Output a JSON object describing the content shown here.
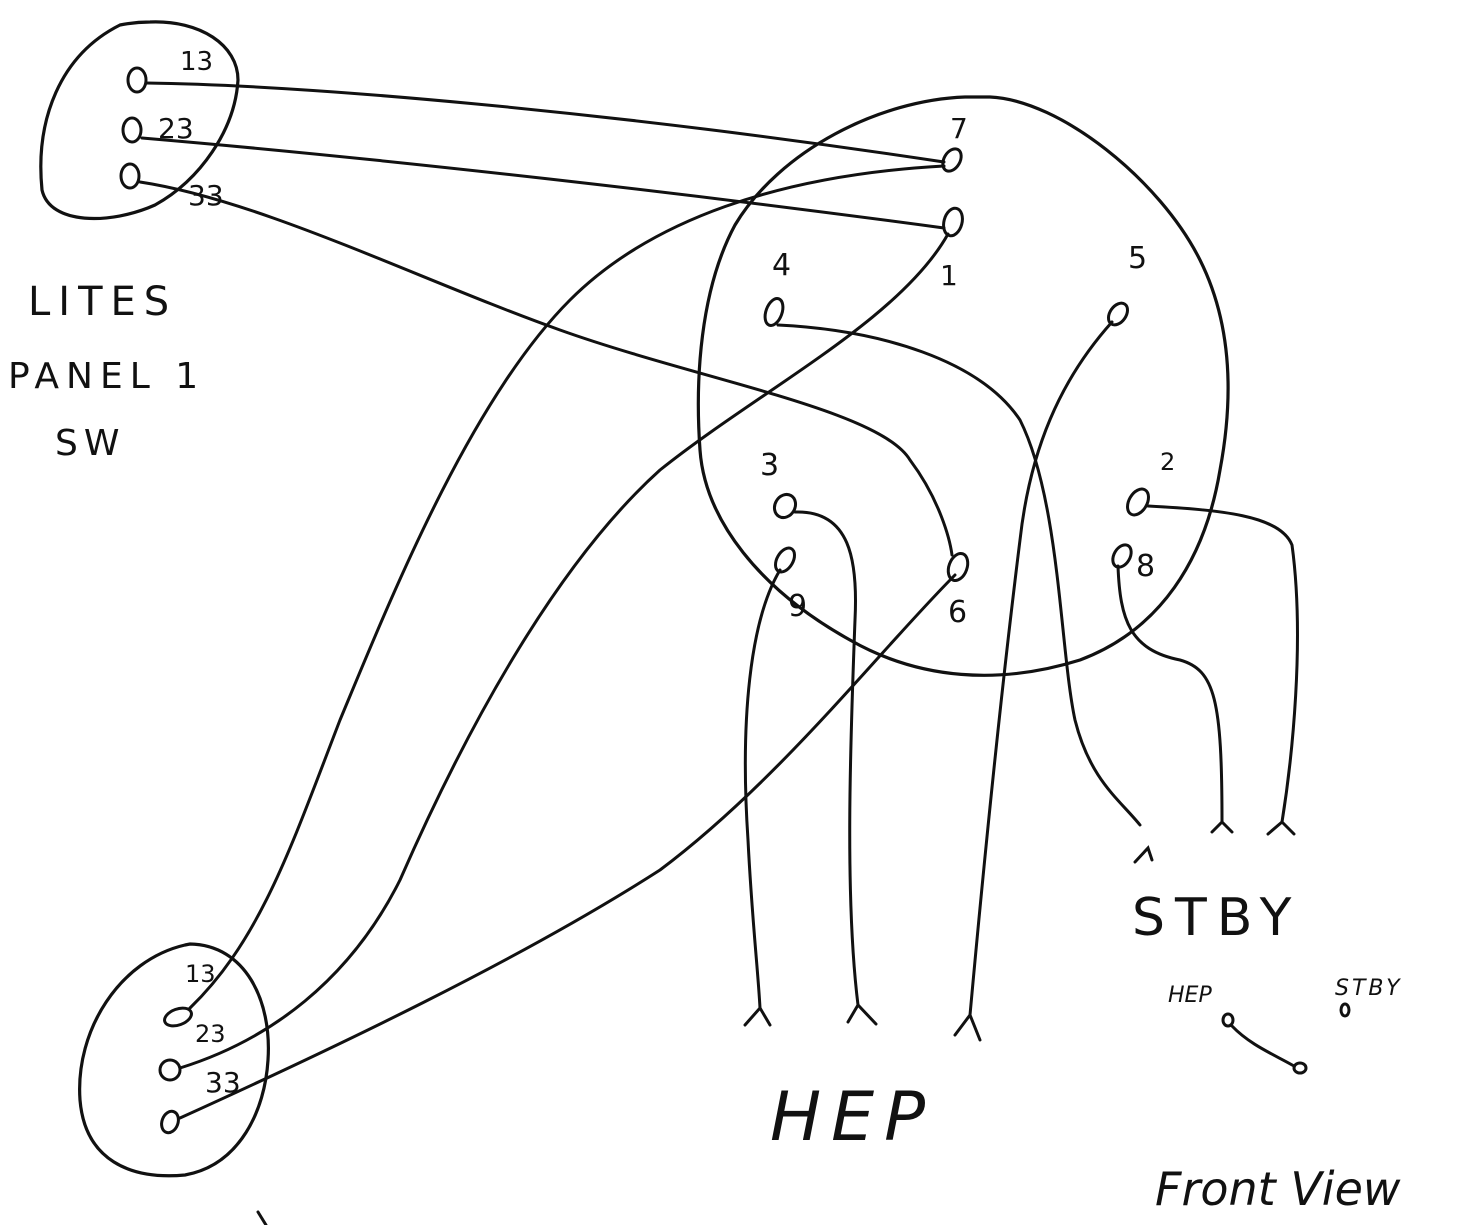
{
  "lites_switch": {
    "caption_line1": "LITES",
    "caption_line2": "PANEL 1",
    "caption_line3": "SW",
    "terminals": [
      "13",
      "23",
      "33"
    ]
  },
  "bottom_switch": {
    "terminals": [
      "13",
      "23",
      "33"
    ]
  },
  "main_connector": {
    "pins": [
      "7",
      "1",
      "4",
      "5",
      "3",
      "2",
      "9",
      "6",
      "8"
    ]
  },
  "outputs": {
    "hep_label": "HEP",
    "stby_label": "STBY"
  },
  "legend": {
    "hep": "HEP",
    "stby": "STBY"
  },
  "footer_note": "Front View"
}
